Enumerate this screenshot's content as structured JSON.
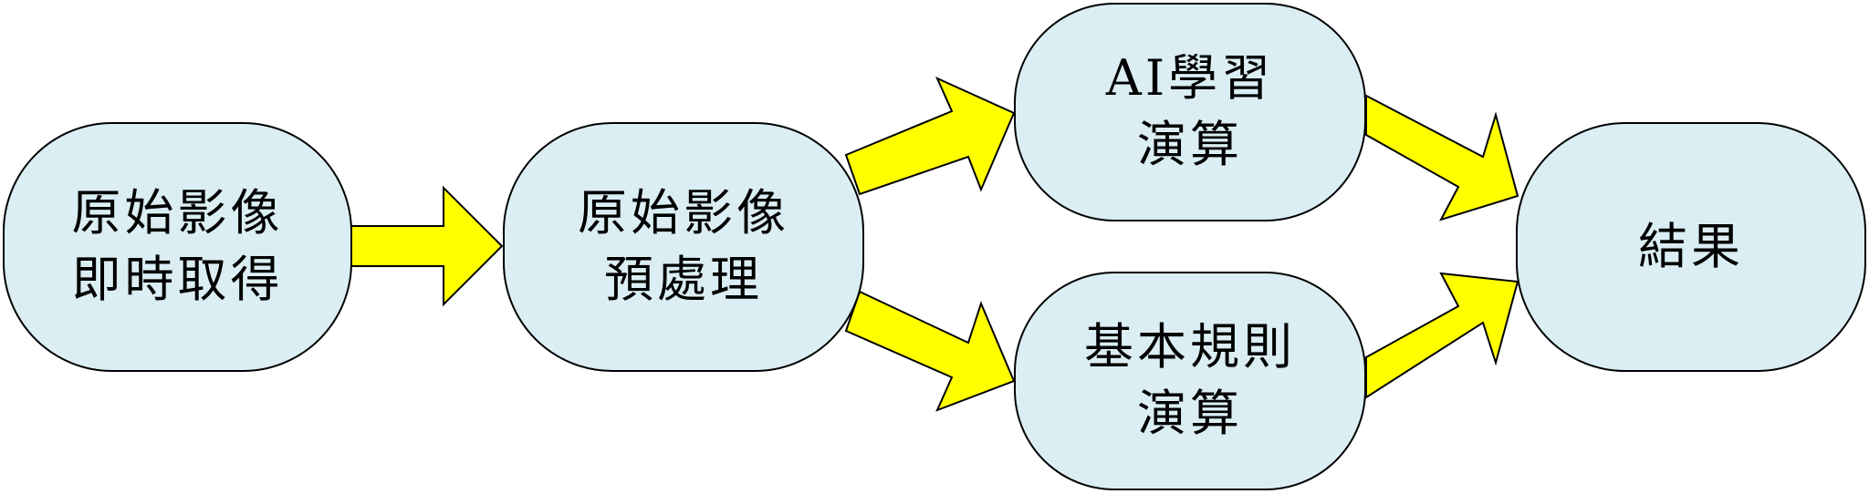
{
  "diagram": {
    "nodes": [
      {
        "id": "acquire",
        "lines": [
          "原始影像",
          "即時取得"
        ]
      },
      {
        "id": "preprocess",
        "lines": [
          "原始影像",
          "預處理"
        ]
      },
      {
        "id": "ai",
        "lines": [
          "AI學習",
          "演算"
        ]
      },
      {
        "id": "rule",
        "lines": [
          "基本規則",
          "演算"
        ]
      },
      {
        "id": "result",
        "lines": [
          "結果"
        ]
      }
    ],
    "edges": [
      {
        "from": "acquire",
        "to": "preprocess"
      },
      {
        "from": "preprocess",
        "to": "ai"
      },
      {
        "from": "preprocess",
        "to": "rule"
      },
      {
        "from": "ai",
        "to": "result"
      },
      {
        "from": "rule",
        "to": "result"
      }
    ],
    "colors": {
      "node_fill": "#daeef3",
      "arrow_fill": "#ffff00",
      "stroke": "#000000"
    }
  }
}
